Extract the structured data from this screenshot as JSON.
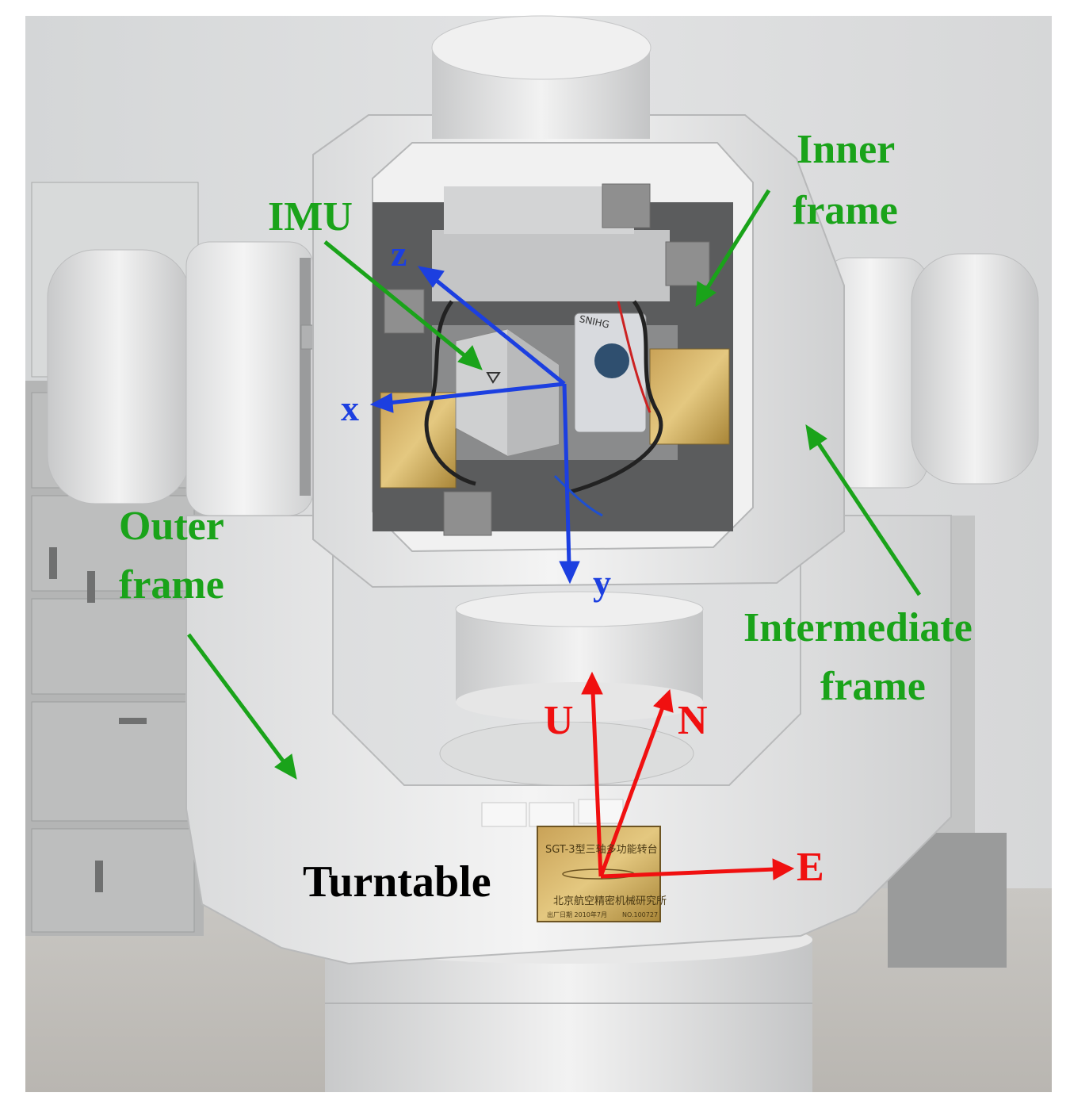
{
  "labels": {
    "imu": "IMU",
    "inner_line1": "Inner",
    "inner_line2": "frame",
    "outer_line1": "Outer",
    "outer_line2": "frame",
    "intermediate_line1": "Intermediate",
    "intermediate_line2": "frame",
    "turntable": "Turntable"
  },
  "body_axes": {
    "x": "x",
    "y": "y",
    "z": "z"
  },
  "nav_axes": {
    "u": "U",
    "n": "N",
    "e": "E"
  },
  "plate": {
    "line1": "SGT-3型三轴多功能转台",
    "line2": "北京航空精密机械研究所",
    "line3": "出厂日期 2010年7月",
    "line4": "NO.100727"
  },
  "device_label": "SNIHG",
  "colors": {
    "label_green": "#1aa31a",
    "body_axis_blue": "#1c3fe0",
    "nav_axis_red": "#f01010",
    "turntable_text": "#000000"
  }
}
